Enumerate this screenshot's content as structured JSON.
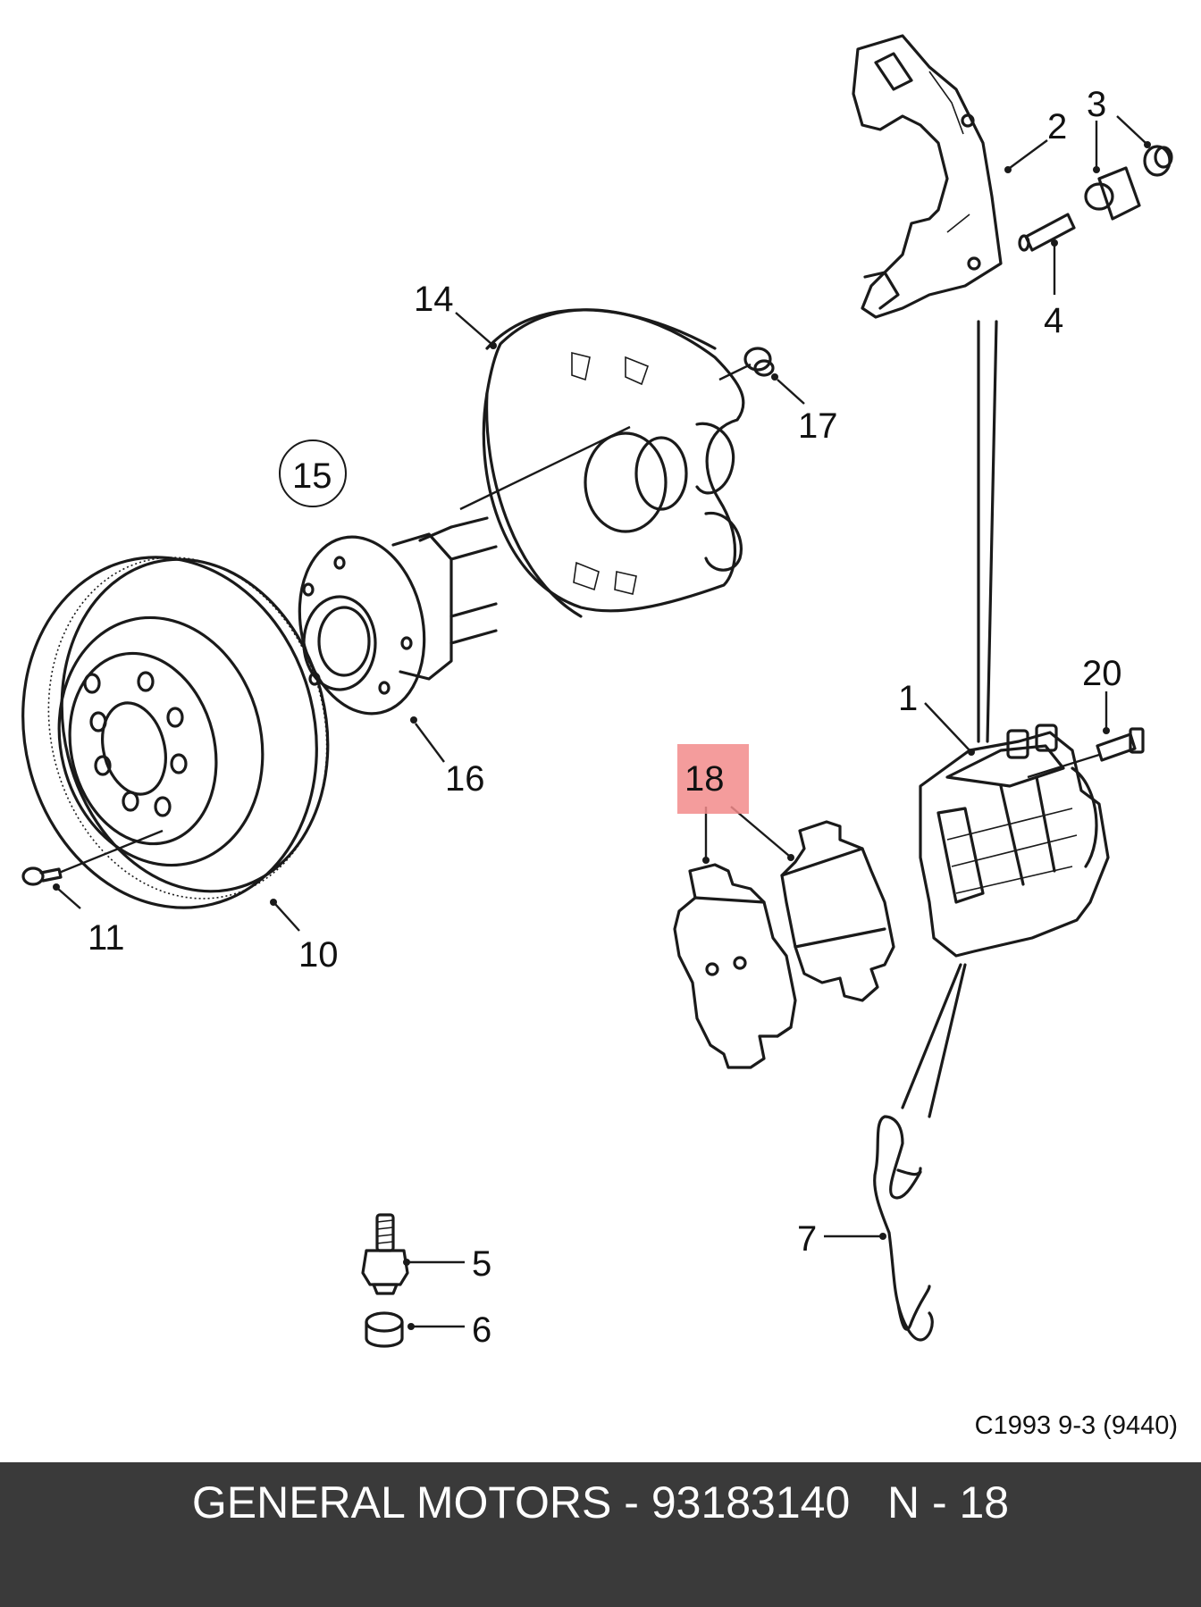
{
  "diagram": {
    "labels": {
      "l1": "1",
      "l2": "2",
      "l3": "3",
      "l4": "4",
      "l5": "5",
      "l6": "6",
      "l7": "7",
      "l10": "10",
      "l11": "11",
      "l14": "14",
      "l15": "15",
      "l16": "16",
      "l17": "17",
      "l18": "18",
      "l20": "20"
    },
    "highlighted_label": "18",
    "highlight_color": "#f28b8b",
    "code": "C1993 9-3 (9440)"
  },
  "footer": {
    "text": "GENERAL MOTORS - 93183140   N - 18",
    "background": "#3a3a3a"
  }
}
